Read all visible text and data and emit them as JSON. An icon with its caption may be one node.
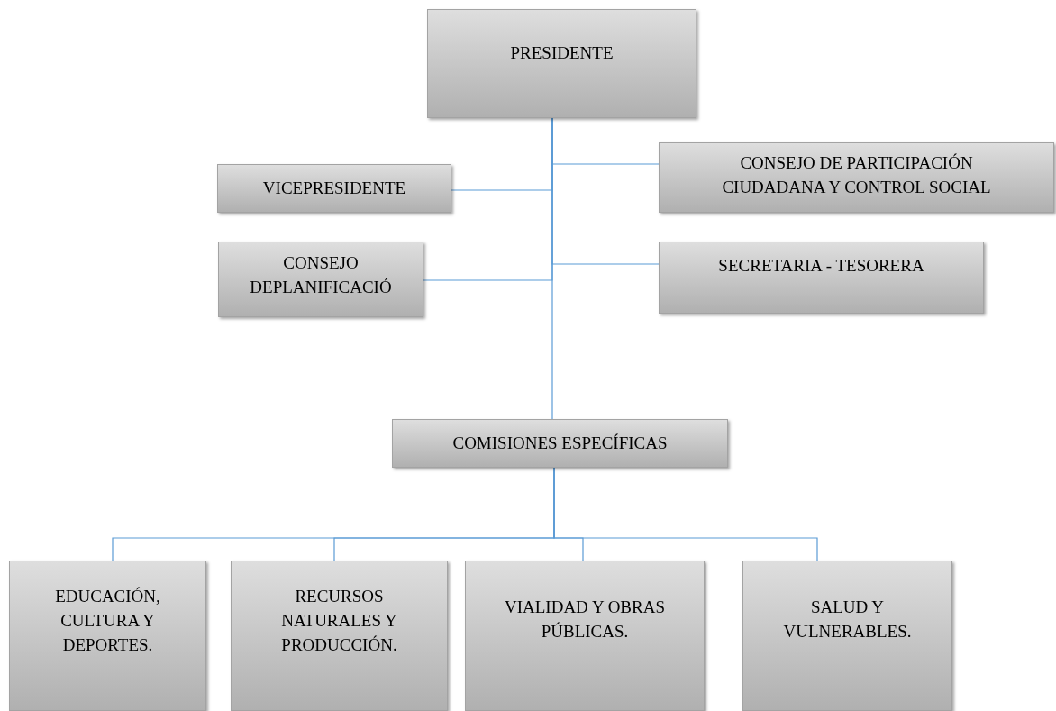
{
  "diagram": {
    "nodes": [
      {
        "text": [
          "PRESIDENTE"
        ]
      },
      {
        "text": [
          "VICEPRESIDENTE"
        ]
      },
      {
        "text": [
          "CONSEJO DE PARTICIPACIÓN CIUDADANA Y CONTROL SOCIAL"
        ]
      },
      {
        "text": [
          "CONSEJO DEPLANIFICACIÓ"
        ]
      },
      {
        "text": [
          "SECRETARIA - TESORERA"
        ]
      },
      {
        "text": [
          "COMISIONES ESPECÍFICAS"
        ]
      },
      {
        "text": [
          "EDUCACIÓN, CULTURA Y DEPORTES."
        ]
      },
      {
        "text": [
          "RECURSOS NATURALES Y PRODUCCIÓN."
        ]
      },
      {
        "text": [
          "VIALIDAD Y OBRAS PÚBLICAS."
        ]
      },
      {
        "text": [
          "SALUD Y VULNERABLES."
        ]
      }
    ],
    "edges": [
      {
        "from": 0,
        "to": 1,
        "arrow": "none"
      },
      {
        "from": 0,
        "to": 2,
        "arrow": "none"
      },
      {
        "from": 0,
        "to": 3,
        "arrow": "none"
      },
      {
        "from": 0,
        "to": 4,
        "arrow": "none"
      },
      {
        "from": 0,
        "to": 5,
        "arrow": "none"
      },
      {
        "from": 5,
        "to": 6,
        "arrow": "none"
      },
      {
        "from": 5,
        "to": 7,
        "arrow": "none"
      },
      {
        "from": 5,
        "to": 8,
        "arrow": "none"
      },
      {
        "from": 5,
        "to": 9,
        "arrow": "none"
      }
    ]
  }
}
